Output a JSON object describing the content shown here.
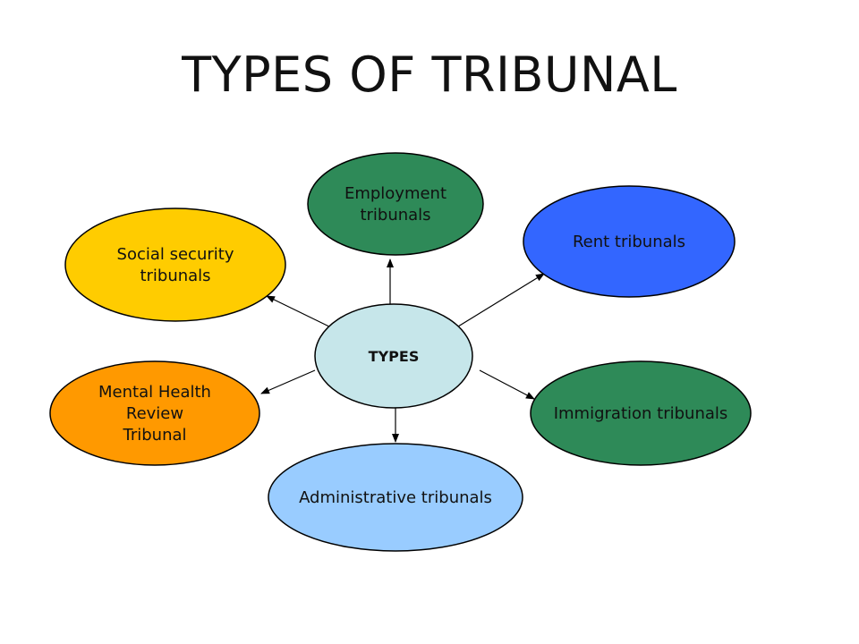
{
  "title": "TYPES OF TRIBUNAL",
  "hub": {
    "label": "TYPES",
    "color": "#c6e6ea"
  },
  "nodes": [
    {
      "id": "employment",
      "lines": [
        "Employment",
        "tribunals"
      ],
      "color": "#2e8a58"
    },
    {
      "id": "rent",
      "lines": [
        "Rent tribunals"
      ],
      "color": "#3366ff"
    },
    {
      "id": "social-security",
      "lines": [
        "Social security",
        "tribunals"
      ],
      "color": "#ffcc00"
    },
    {
      "id": "mental-health",
      "lines": [
        "Mental Health",
        "Review",
        "Tribunal"
      ],
      "color": "#ff9900"
    },
    {
      "id": "immigration",
      "lines": [
        "Immigration tribunals"
      ],
      "color": "#2e8a58"
    },
    {
      "id": "administrative",
      "lines": [
        "Administrative tribunals"
      ],
      "color": "#99ccff"
    }
  ]
}
